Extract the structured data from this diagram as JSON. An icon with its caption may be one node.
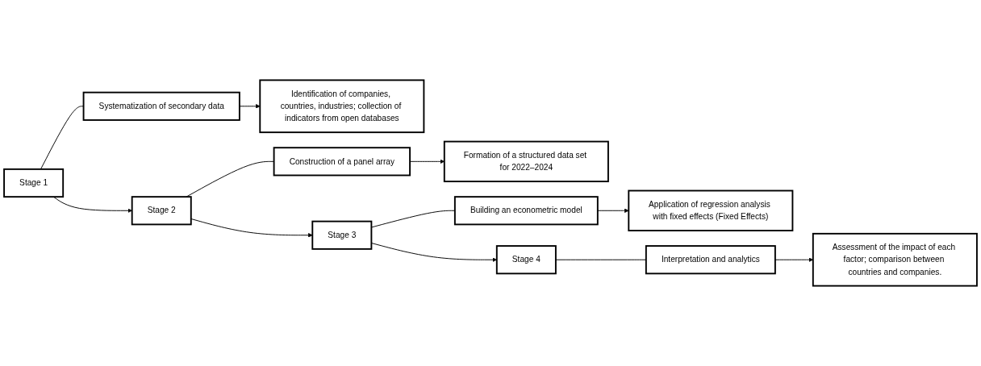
{
  "diagram": {
    "nodes": [
      {
        "text": [
          "Stage 1"
        ]
      },
      {
        "text": [
          "Systematization of secondary data"
        ]
      },
      {
        "text": [
          "Identification of companies, countries, industries; collection of indicators from open databases"
        ]
      },
      {
        "text": [
          "Stage 2"
        ]
      },
      {
        "text": [
          "Construction of a panel array"
        ]
      },
      {
        "text": [
          "Formation of a structured data set for 2022–2024"
        ]
      },
      {
        "text": [
          "Stage 3"
        ]
      },
      {
        "text": [
          "Building an econometric model"
        ]
      },
      {
        "text": [
          "Application of regression analysis with fixed effects (Fixed Effects)"
        ]
      },
      {
        "text": [
          "Stage 4"
        ]
      },
      {
        "text": [
          "Interpretation and analytics"
        ]
      },
      {
        "text": [
          "Assessment of the impact of each factor; comparison between countries and companies."
        ]
      }
    ],
    "edges": [
      {
        "from": 0,
        "to": 1,
        "arrow": "none"
      },
      {
        "from": 1,
        "to": 2,
        "arrow": "to"
      },
      {
        "from": 0,
        "to": 3,
        "arrow": "to"
      },
      {
        "from": 3,
        "to": 4,
        "arrow": "none"
      },
      {
        "from": 4,
        "to": 5,
        "arrow": "to"
      },
      {
        "from": 3,
        "to": 6,
        "arrow": "to"
      },
      {
        "from": 6,
        "to": 7,
        "arrow": "none"
      },
      {
        "from": 7,
        "to": 8,
        "arrow": "to"
      },
      {
        "from": 6,
        "to": 9,
        "arrow": "to"
      },
      {
        "from": 9,
        "to": 10,
        "arrow": "none"
      },
      {
        "from": 10,
        "to": 11,
        "arrow": "to"
      }
    ]
  }
}
